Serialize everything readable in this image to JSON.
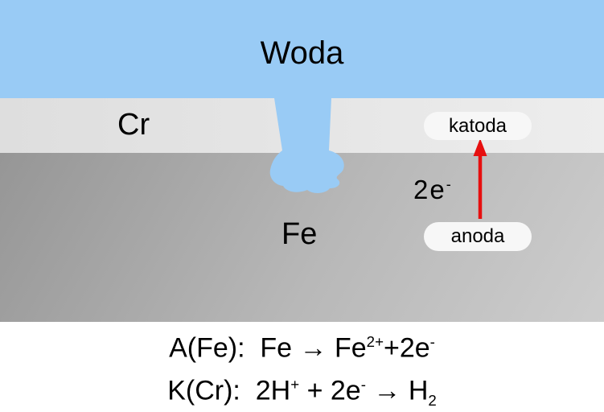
{
  "diagram": {
    "water_label": "Woda",
    "cr_label": "Cr",
    "fe_label": "Fe",
    "katoda_label": "katoda",
    "anoda_label": "anoda",
    "electron_label": {
      "base": "2e",
      "sup": "-"
    },
    "colors": {
      "water": "#99cbf5",
      "cr_layer": "#e3e3e3",
      "fe_dark": "#969696",
      "fe_light": "#cdcdcd",
      "pill": "#f7f7f7",
      "arrow": "#e60f0f",
      "text": "#000000"
    }
  },
  "equations": {
    "anode": {
      "p1": "A(Fe):  Fe → Fe",
      "sup1": "2+",
      "p2": "+2e",
      "sup2": "-"
    },
    "cathode": {
      "p1": "K(Cr):  2H",
      "sup1": "+",
      "p2": " + 2e",
      "sup2": "-",
      "p3": " → H",
      "sub1": "2"
    }
  }
}
